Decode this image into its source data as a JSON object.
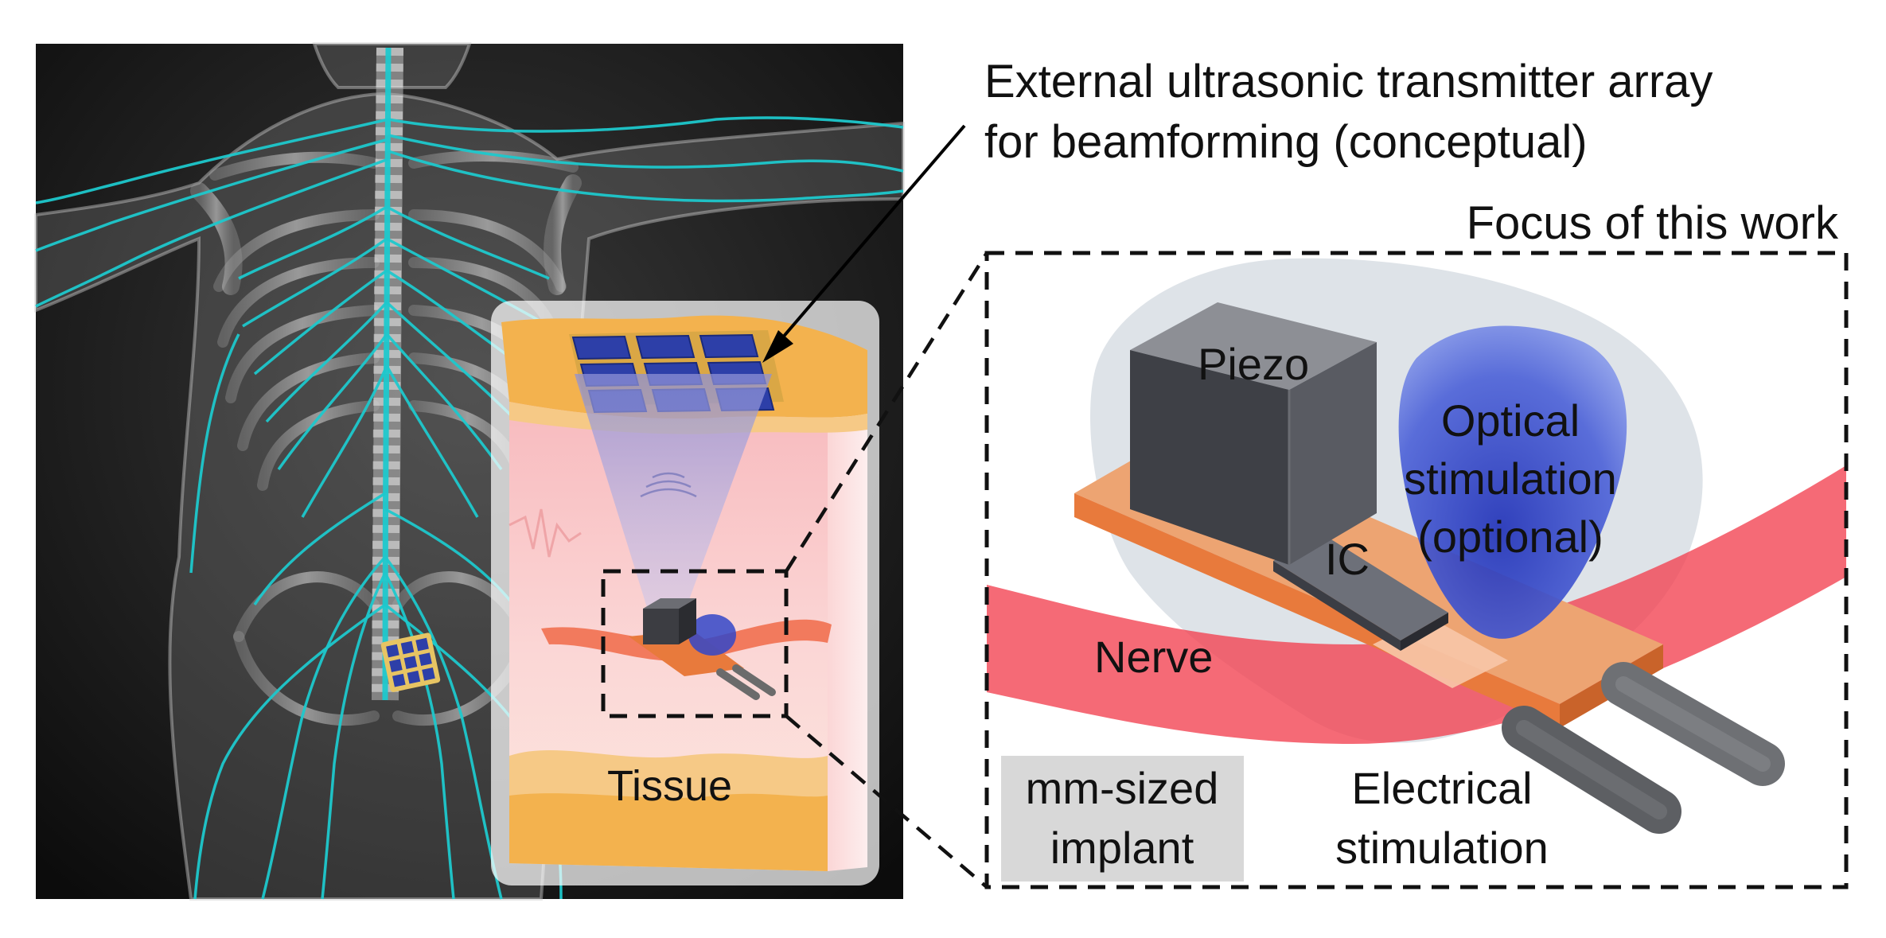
{
  "labels": {
    "transmitter_line1": "External ultrasonic transmitter array",
    "transmitter_line2": "for beamforming (conceptual)",
    "focus": "Focus of this work",
    "tissue": "Tissue",
    "piezo": "Piezo",
    "ic": "IC",
    "optical_line1": "Optical",
    "optical_line2": "stimulation",
    "optical_line3": "(optional)",
    "nerve": "Nerve",
    "implant_line1": "mm-sized",
    "implant_line2": "implant",
    "electrical_line1": "Electrical",
    "electrical_line2": "stimulation"
  },
  "colors": {
    "nerve_cyan": "#1ec8cc",
    "skin_orange": "#f3b24e",
    "tissue_pink": "#f7b9bf",
    "transducer_blue": "#2d3fa8",
    "nerve_red": "#f2404f",
    "substrate_orange": "#e87a3c",
    "optical_blue": "#3347c8",
    "piezo_gray": "#4a4c52"
  }
}
